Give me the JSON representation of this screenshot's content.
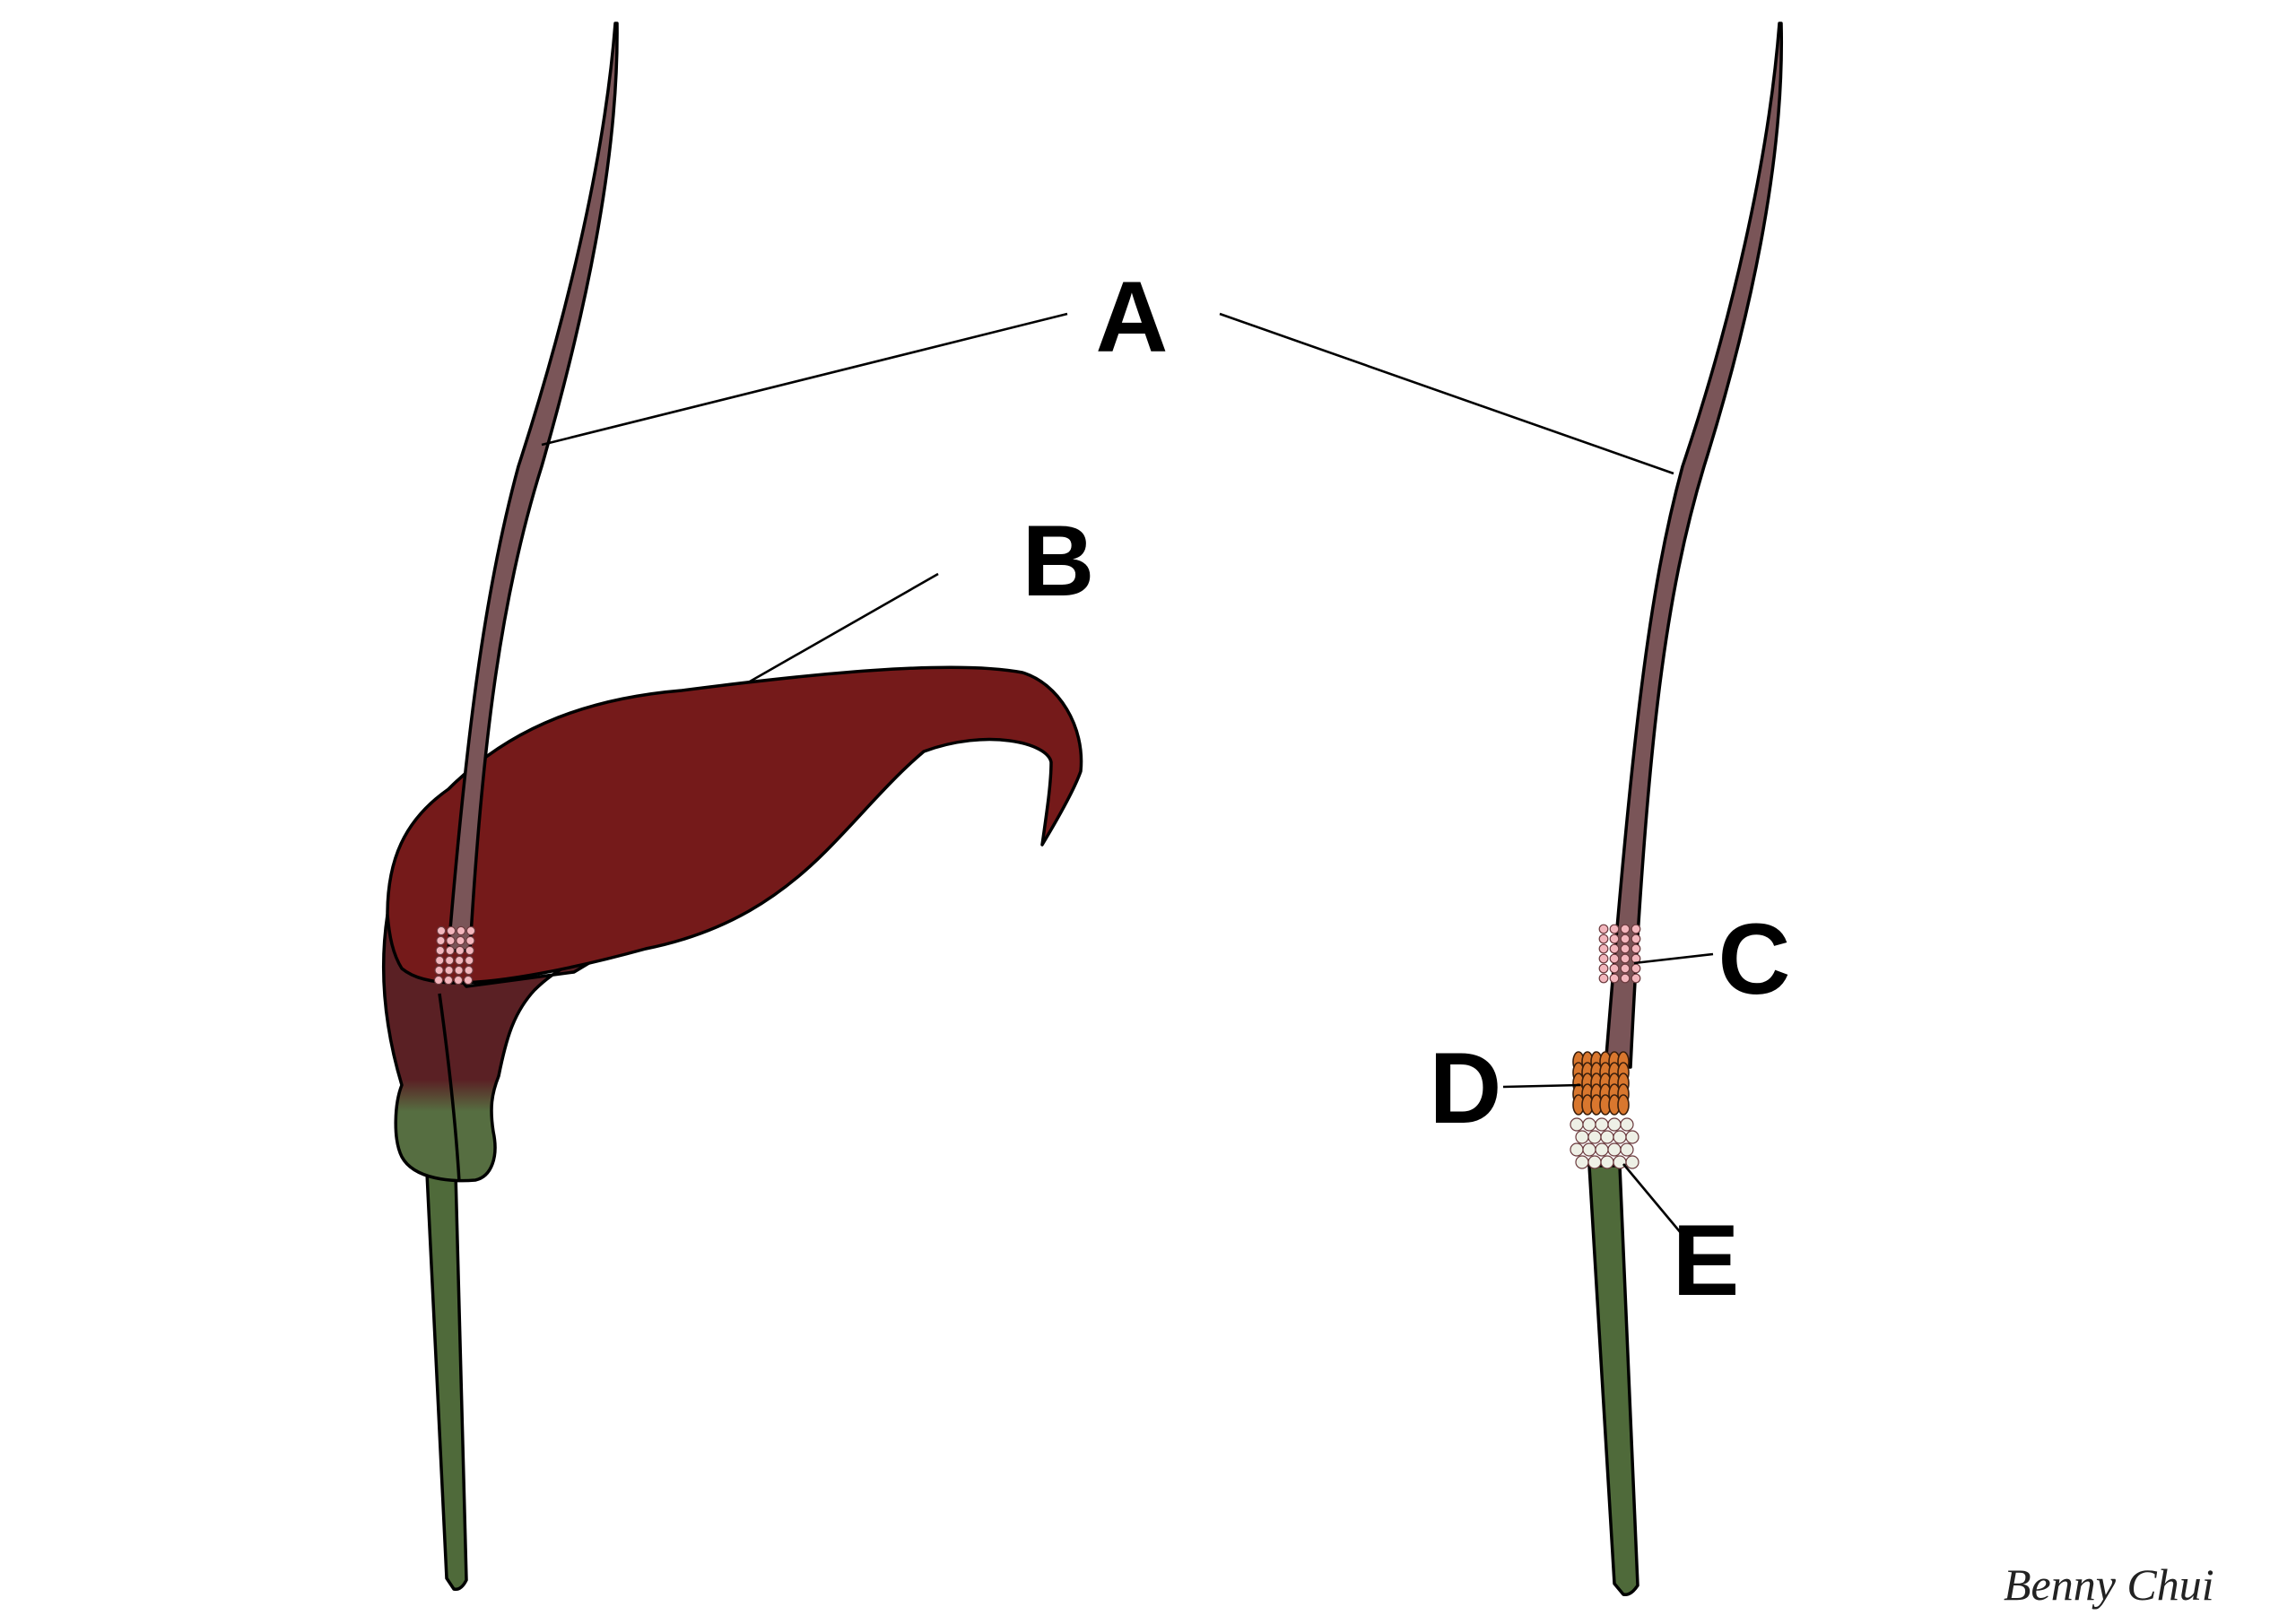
{
  "labels": {
    "a": "A",
    "b": "B",
    "c": "C",
    "d": "D",
    "e": "E"
  },
  "signature": "Benny Chui",
  "colors": {
    "spadix_appendage": "#7a5558",
    "spathe": "#751a1a",
    "spathe_base": "#5a2024",
    "spathe_tube_green": "#566e41",
    "peduncle": "#4f6a3a",
    "sterile_flowers": "#f3b6bd",
    "male_flowers": "#d9772e",
    "female_flowers": "#eef0e6"
  }
}
